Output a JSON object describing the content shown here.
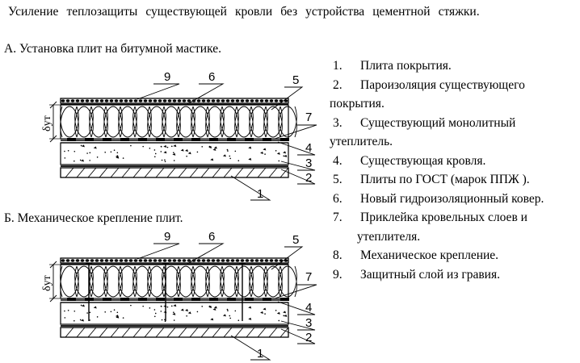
{
  "title": "Усиление теплозащиты существующей кровли без устройства цементной стяжки.",
  "section_a": "А. Установка плит на битумной мастике.",
  "section_b": "Б. Механическое крепление плит.",
  "dim_label": "δут",
  "legend": [
    {
      "num": "1.",
      "line1": "Плита покрытия.",
      "line2": ""
    },
    {
      "num": "2.",
      "line1": "Пароизоляция существующего",
      "line2": "покрытия."
    },
    {
      "num": "3.",
      "line1": "Существующий монолитный",
      "line2": "утеплитель."
    },
    {
      "num": "4.",
      "line1": "Существующая кровля.",
      "line2": ""
    },
    {
      "num": "5.",
      "line1": "Плиты по ГОСТ (марок ППЖ ).",
      "line2": ""
    },
    {
      "num": "6.",
      "line1": "Новый гидроизоляционный ковер.",
      "line2": ""
    },
    {
      "num": "7.",
      "line1": "Приклейка кровельных слоев и",
      "line2": "утеплителя."
    },
    {
      "num": "8.",
      "line1": "Механическое крепление.",
      "line2": ""
    },
    {
      "num": "9.",
      "line1": "Защитный слой из гравия.",
      "line2": ""
    }
  ],
  "diagram_a": {
    "callouts": [
      "9",
      "6",
      "5",
      "7",
      "4",
      "3",
      "2",
      "1"
    ]
  },
  "diagram_b": {
    "callouts": [
      "9",
      "6",
      "5",
      "7",
      "4",
      "3",
      "2",
      "1"
    ]
  }
}
